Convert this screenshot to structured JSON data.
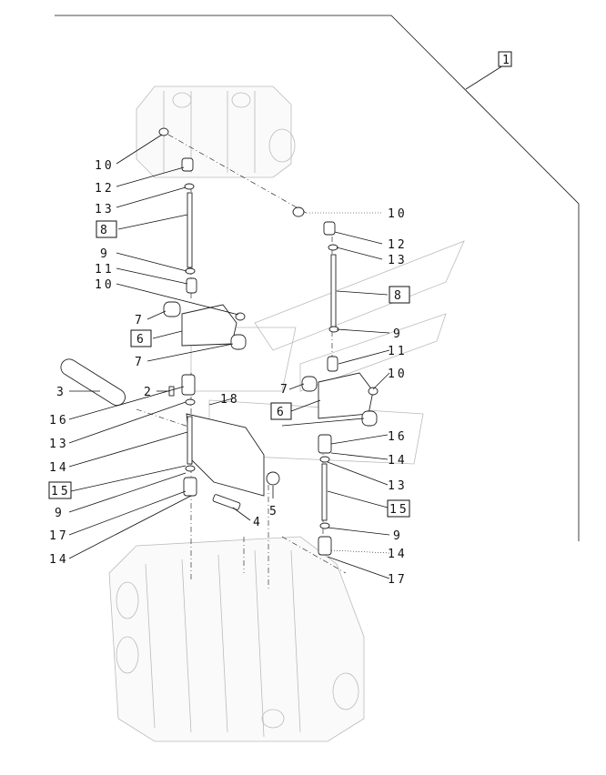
{
  "diagram": {
    "callouts": {
      "c1": "1",
      "c2": "2",
      "c3": "3",
      "c4": "4",
      "c5": "5",
      "c6a": "6",
      "c6b": "6",
      "c7a": "7",
      "c7b": "7",
      "c7c": "7",
      "c8a": "8",
      "c8b": "8",
      "c9a": "9",
      "c9b": "9",
      "c9c": "9",
      "c9d": "9",
      "c10a": "10",
      "c10b": "10",
      "c10c": "10",
      "c10d": "10",
      "c11a": "11",
      "c11b": "11",
      "c12a": "12",
      "c12b": "12",
      "c13a": "13",
      "c13b": "13",
      "c13c": "13",
      "c13d": "13",
      "c14a": "14",
      "c14b": "14",
      "c14c": "14",
      "c14d": "14",
      "c15a": "15",
      "c15b": "15",
      "c16a": "16",
      "c16b": "16",
      "c17a": "17",
      "c17b": "17",
      "c18": "18"
    }
  }
}
